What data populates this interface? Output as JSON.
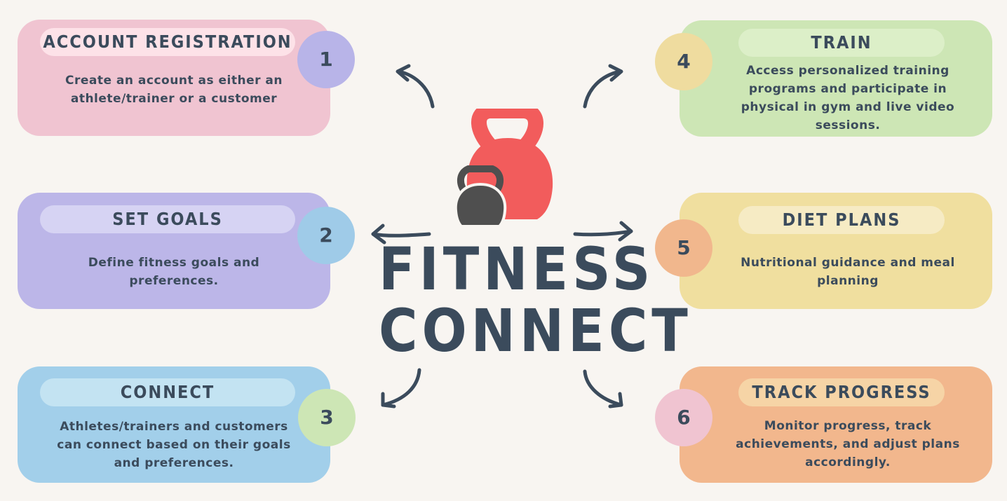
{
  "title": {
    "line1": "FITNESS",
    "line2": "CONNECT"
  },
  "steps": [
    {
      "number": "1",
      "title": "ACCOUNT REGISTRATION",
      "description": "Create an account as either an athlete/trainer or a customer",
      "card_color": "#f0c4d1",
      "title_bg": "#fde2e8",
      "badge_color": "#b8b4e8"
    },
    {
      "number": "2",
      "title": "SET GOALS",
      "description": "Define fitness goals and preferences.",
      "card_color": "#bcb6e8",
      "title_bg": "#d6d3f3",
      "badge_color": "#9fcbe8"
    },
    {
      "number": "3",
      "title": "CONNECT",
      "description": "Athletes/trainers and customers can connect based on their goals and preferences.",
      "card_color": "#a2cfea",
      "title_bg": "#c3e3f2",
      "badge_color": "#cde6b5"
    },
    {
      "number": "4",
      "title": "TRAIN",
      "description": "Access personalized training programs and participate in physical in gym and live video sessions.",
      "card_color": "#cde6b5",
      "title_bg": "#dcefc8",
      "badge_color": "#efdc9f"
    },
    {
      "number": "5",
      "title": "DIET PLANS",
      "description": "Nutritional guidance and meal planning",
      "card_color": "#f0df9f",
      "title_bg": "#f6ebc4",
      "badge_color": "#f1b78d"
    },
    {
      "number": "6",
      "title": "TRACK PROGRESS",
      "description": "Monitor progress, track achievements, and adjust plans accordingly.",
      "card_color": "#f2b78d",
      "title_bg": "#f6d4a6",
      "badge_color": "#f0c4d1"
    }
  ],
  "colors": {
    "background": "#f8f5f1",
    "text": "#3b4b5c",
    "kettlebell_large": "#f25c5c",
    "kettlebell_small": "#4f4f4f"
  },
  "icons": {
    "logo": "kettlebells-icon"
  }
}
